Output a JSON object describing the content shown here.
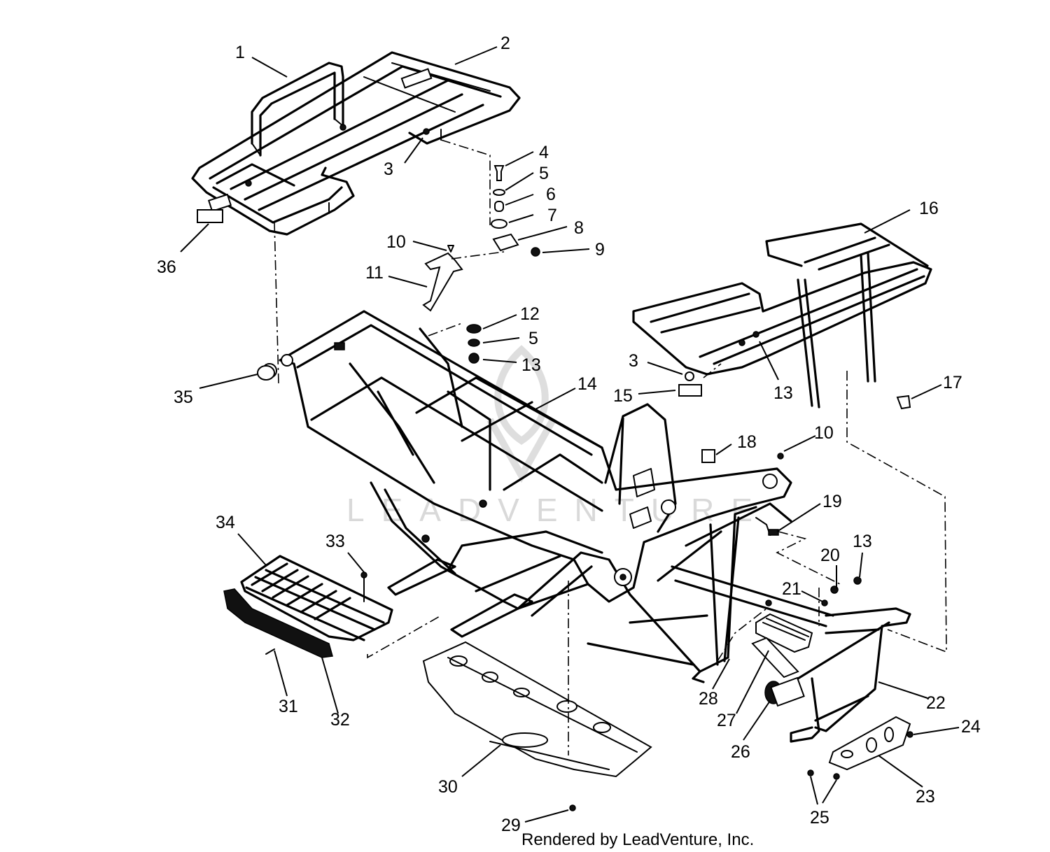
{
  "diagram": {
    "callouts": [
      "1",
      "2",
      "3",
      "4",
      "5",
      "6",
      "7",
      "8",
      "9",
      "10",
      "11",
      "35",
      "12",
      "5",
      "13",
      "36",
      "16",
      "3",
      "13",
      "14",
      "15",
      "17",
      "18",
      "10",
      "19",
      "34",
      "33",
      "20",
      "13",
      "21",
      "22",
      "24",
      "26",
      "27",
      "28",
      "31",
      "32",
      "30",
      "23",
      "25",
      "29"
    ],
    "watermark": "LEADVENTURE",
    "credit": "Rendered by LeadVenture, Inc."
  }
}
